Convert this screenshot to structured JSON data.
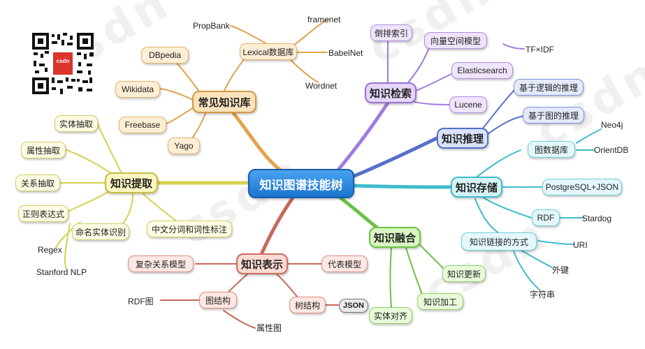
{
  "center": "知识图谱技能树",
  "branches": {
    "library": {
      "title": "常见知识库",
      "items": [
        "DBpedia",
        "Wikidata",
        "Freebase",
        "Yago",
        "Lexical数据库",
        "PropBank",
        "framenet",
        "BabelNet",
        "Wordnet"
      ]
    },
    "extraction": {
      "title": "知识提取",
      "items": [
        "实体抽取",
        "属性抽取",
        "关系抽取",
        "正则表达式",
        "命名实体识别",
        "Regex",
        "Stanford NLP",
        "中文分词和词性标注"
      ]
    },
    "retrieval": {
      "title": "知识检索",
      "items": [
        "倒排索引",
        "向量空间模型",
        "TF×IDF",
        "Elasticsearch",
        "Lucene"
      ]
    },
    "reasoning": {
      "title": "知识推理",
      "items": [
        "基于逻辑的推理",
        "基于图的推理"
      ]
    },
    "storage": {
      "title": "知识存储",
      "items": [
        "图数据库",
        "Neo4j",
        "OrientDB",
        "PostgreSQL+JSON",
        "RDF",
        "Stardog",
        "知识链接的方式",
        "URI",
        "外键",
        "字符串"
      ]
    },
    "fusion": {
      "title": "知识融合",
      "items": [
        "知识更新",
        "知识加工",
        "实体对齐"
      ]
    },
    "representation": {
      "title": "知识表示",
      "items": [
        "复杂关系模型",
        "代表模型",
        "图结构",
        "RDF图",
        "属性图",
        "树结构",
        "JSON"
      ]
    }
  },
  "qr_badge": "csdn",
  "watermark": "csdn",
  "colors": {
    "center": "#1b75d0",
    "library": "#e3a24a",
    "extraction": "#d8d050",
    "retrieval": "#a07ce0",
    "reasoning": "#5570c8",
    "storage": "#3fbccc",
    "fusion": "#6cc145",
    "representation": "#c56a5a"
  }
}
